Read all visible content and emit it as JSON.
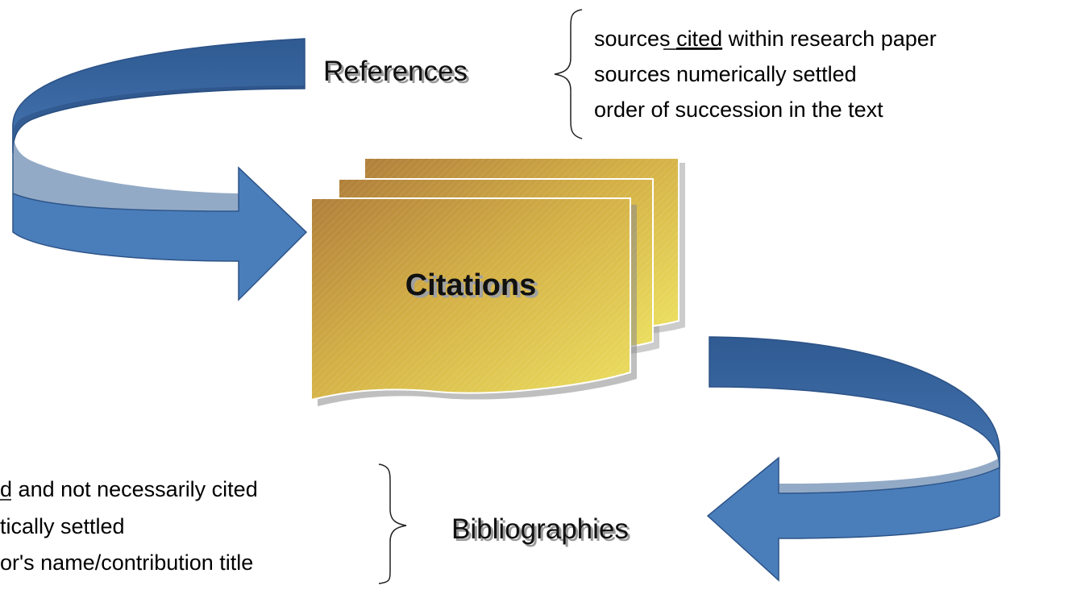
{
  "diagram": {
    "center_label": "Citations",
    "references": {
      "label": "References",
      "items": [
        {
          "text": "sources",
          "underlined": "cited",
          "rest": "within research paper"
        },
        {
          "text": "sources numerically settled",
          "underlined": "",
          "rest": ""
        },
        {
          "text": "order of succession in the text",
          "underlined": "",
          "rest": ""
        }
      ]
    },
    "bibliographies": {
      "label": "Bibliographies",
      "items": [
        {
          "text": "",
          "underlined": "d",
          "rest": "and not necessarily cited"
        },
        {
          "text": "tically settled",
          "underlined": "",
          "rest": ""
        },
        {
          "text": "or's name/contribution title",
          "underlined": "",
          "rest": ""
        }
      ]
    },
    "colors": {
      "arrow_fill": "#4a7ebb",
      "arrow_dark": "#3a6498",
      "arrow_edge": "#2c5286",
      "stack_light": "#ece060",
      "stack_dark": "#b07f3a",
      "brace": "#222222"
    },
    "icons": [
      "curved-arrow-icon",
      "brace-icon",
      "document-stack-icon"
    ]
  }
}
